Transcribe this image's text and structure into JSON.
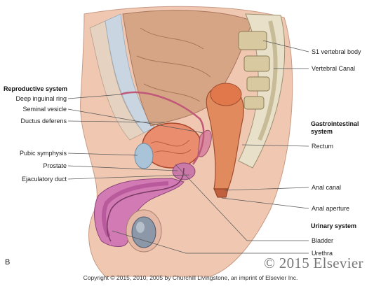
{
  "figure": {
    "panel_letter": "B",
    "watermark": "© 2015 Elsevier",
    "copyright": "Copyright © 2015, 2010, 2005 by Churchill Livingstone, an imprint of Elsevier Inc."
  },
  "headers": {
    "reproductive": "Reproductive system",
    "gastrointestinal": "Gastrointestinal system",
    "urinary": "Urinary system"
  },
  "labels_left": [
    "Deep inguinal ring",
    "Seminal vesicle",
    "Ductus deferens",
    "Pubic symphysis",
    "Prostate",
    "Ejaculatory duct"
  ],
  "labels_right": [
    "S1 vertebral body",
    "Vertebral Canal",
    "Rectum",
    "Anal canal",
    "Anal aperture",
    "Bladder",
    "Urethra"
  ]
}
